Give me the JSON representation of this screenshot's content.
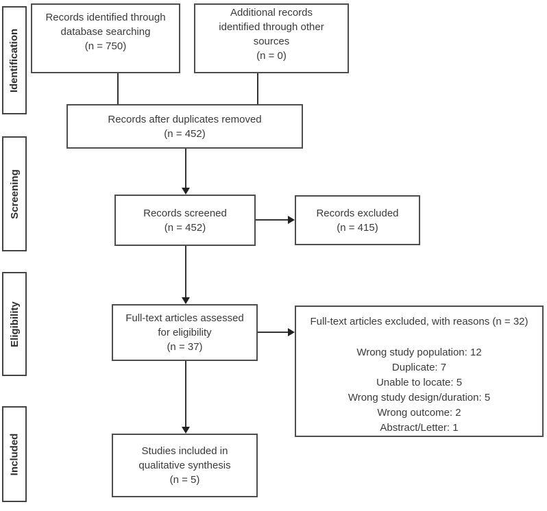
{
  "colors": {
    "background": "#ffffff",
    "box_border": "#4d4d4d",
    "text": "#3a3a3a",
    "connector_line": "#333333"
  },
  "stages": [
    {
      "label": "Identification"
    },
    {
      "label": "Screening"
    },
    {
      "label": "Eligibility"
    },
    {
      "label": "Included"
    }
  ],
  "boxes": {
    "db_search": {
      "text": "Records identified through\ndatabase searching\n(n = 750)"
    },
    "other_sources": {
      "text": "Additional records\nidentified through other\nsources\n(n = 0)"
    },
    "after_duplicates": {
      "text": "Records after duplicates removed\n(n = 452)"
    },
    "screened": {
      "text": "Records screened\n(n = 452)"
    },
    "records_excluded": {
      "text": "Records excluded\n(n = 415)"
    },
    "fulltext_assessed": {
      "text": "Full-text articles assessed\nfor eligibility\n(n = 37)"
    },
    "fulltext_excluded": {
      "title": "Full-text articles excluded, with reasons (n = 32)",
      "reasons": [
        "Wrong study population: 12",
        "Duplicate: 7",
        "Unable to locate: 5",
        "Wrong study design/duration: 5",
        "Wrong outcome: 2",
        "Abstract/Letter: 1"
      ]
    },
    "included_qualitative": {
      "text": "Studies included in\nqualitative synthesis\n(n = 5)"
    }
  }
}
